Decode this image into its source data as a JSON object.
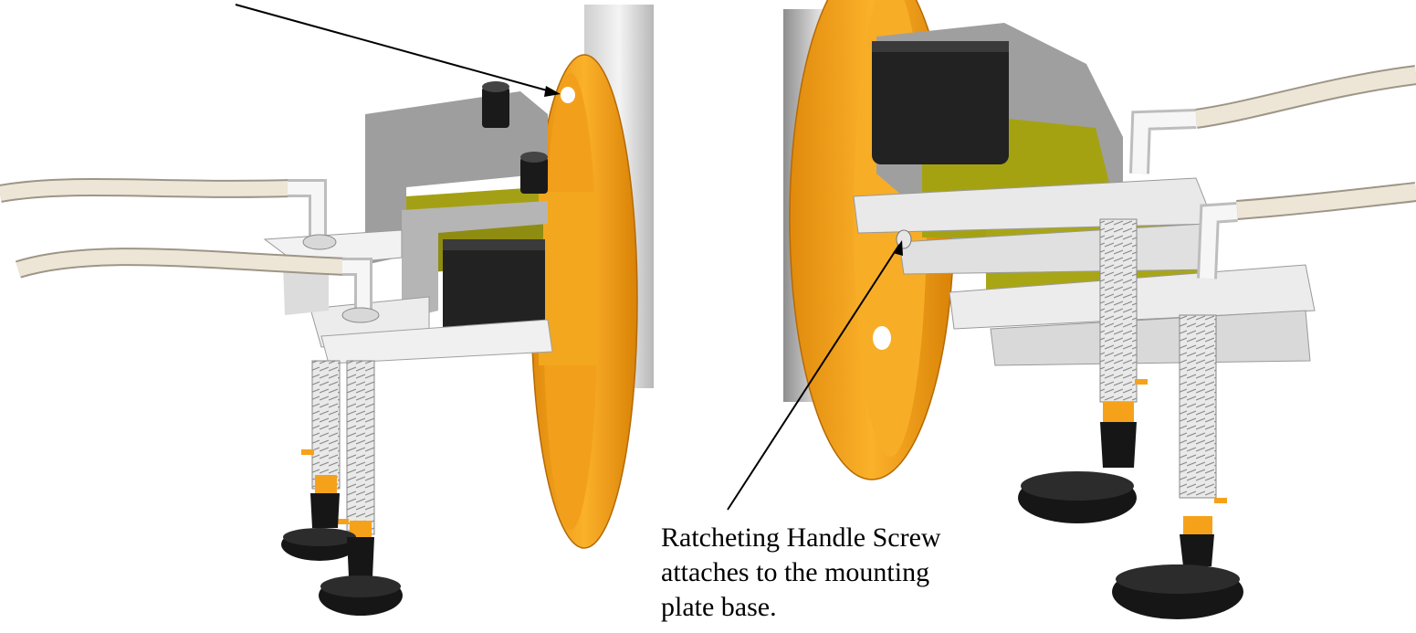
{
  "callout": {
    "lines": [
      "Ratcheting Handle Screw",
      "attaches to the mounting",
      "plate base."
    ]
  },
  "colors": {
    "flange_orange": "#f5a21a",
    "flange_dark": "#c87806",
    "plate_grey": "#e6e6e6",
    "plate_shadow": "#a9a9a9",
    "olive_block": "#9d9a14",
    "black_block": "#222222",
    "hose": "#ece4d4",
    "suction_cup": "#161616"
  }
}
